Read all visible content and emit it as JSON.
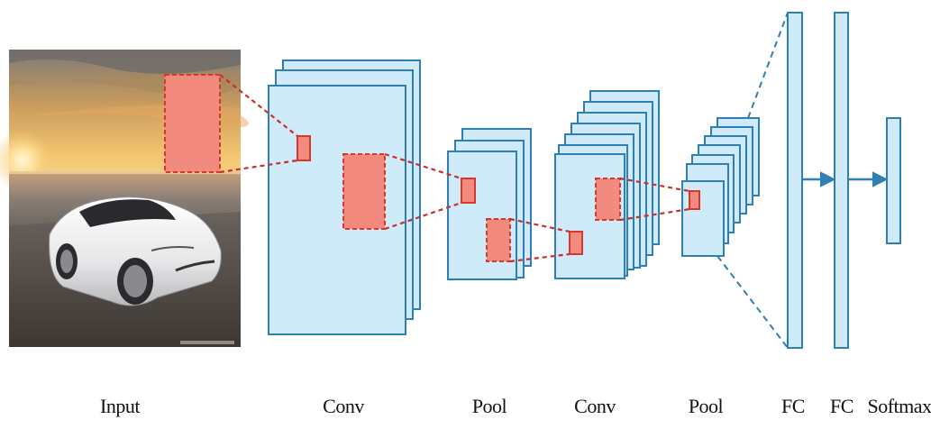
{
  "labels": {
    "input": "Input",
    "conv1": "Conv",
    "pool1": "Pool",
    "conv2": "Conv",
    "pool2": "Pool",
    "fc1": "FC",
    "fc2": "FC",
    "softmax": "Softmax"
  },
  "colors": {
    "layer_fill": "#cfeaf8",
    "layer_stroke": "#2f7fb3",
    "filter_fill": "#f28b7d",
    "filter_stroke": "#d8382b",
    "arrow": "#2f7fb3"
  },
  "icons": {
    "input_image": "sunset-car-photo"
  }
}
